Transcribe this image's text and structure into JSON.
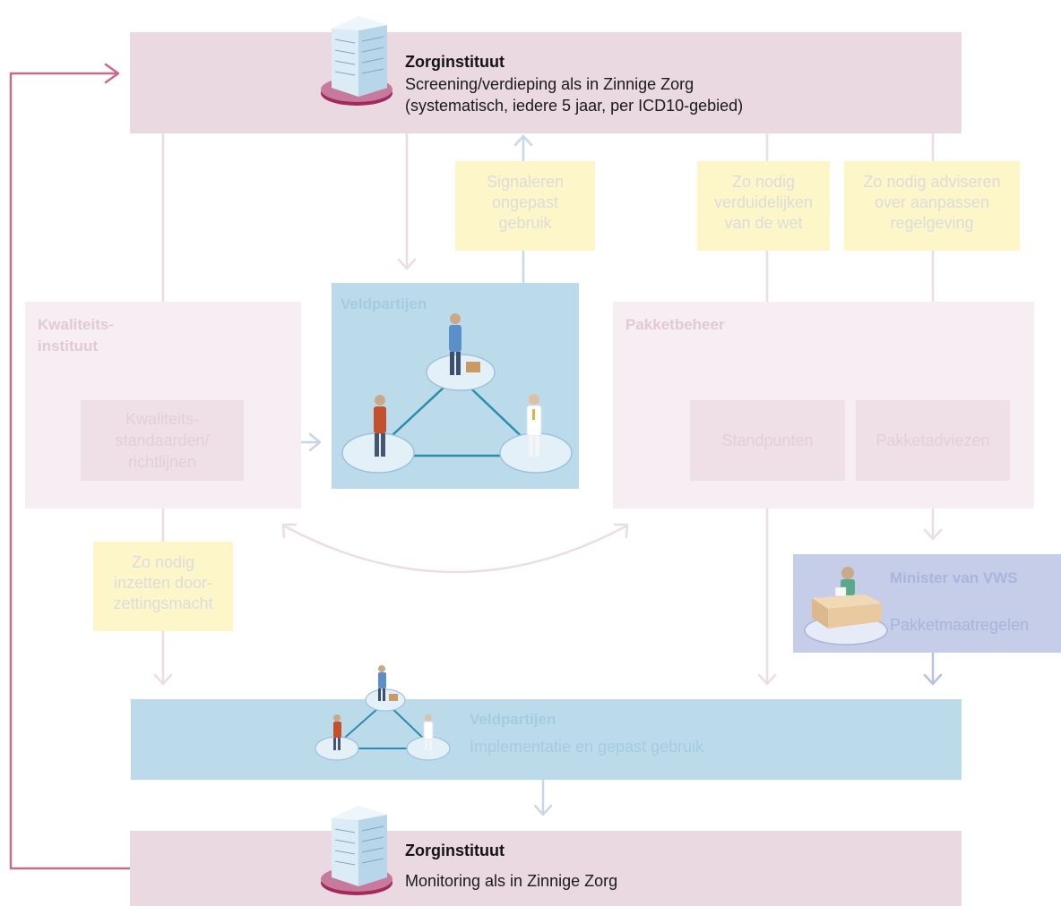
{
  "top": {
    "title": "Zorginstituut",
    "line1": "Screening/verdieping als in Zinnige Zorg",
    "line2": "(systematisch, iedere 5 jaar, per ICD10-gebied)"
  },
  "notes": {
    "signaleren": [
      "Signaleren",
      "ongepast",
      "gebruik"
    ],
    "verduidelijken": [
      "Zo nodig",
      "verduidelijken",
      "van de wet"
    ],
    "adviseren": [
      "Zo nodig adviseren",
      "over aanpassen",
      "regelgeving"
    ],
    "doorzettingsmacht": [
      "Zo nodig",
      "inzetten door-",
      "zettingsmacht"
    ]
  },
  "kwaliteitsinstituut": {
    "title_line1": "Kwaliteits-",
    "title_line2": "instituut",
    "inner": [
      "Kwaliteits-",
      "standaarden/",
      "richtlijnen"
    ]
  },
  "veldpartijen_center": {
    "title": "Veldpartijen"
  },
  "pakketbeheer": {
    "title": "Pakketbeheer",
    "standpunten": "Standpunten",
    "pakketadviezen": "Pakketadviezen"
  },
  "minister": {
    "title": "Minister van VWS",
    "subtitle": "Pakketmaatregelen"
  },
  "veldpartijen_bottom": {
    "title": "Veldpartijen",
    "subtitle": "Implementatie en gepast gebruik"
  },
  "bottom": {
    "title": "Zorginstituut",
    "line1": "Monitoring als in Zinnige Zorg"
  },
  "colors": {
    "pink": "#ead9e1",
    "blue": "#bcdbea",
    "yellow": "#fdf6c9",
    "lavender": "#c5cde8",
    "feedback_line": "#c96a8c"
  }
}
